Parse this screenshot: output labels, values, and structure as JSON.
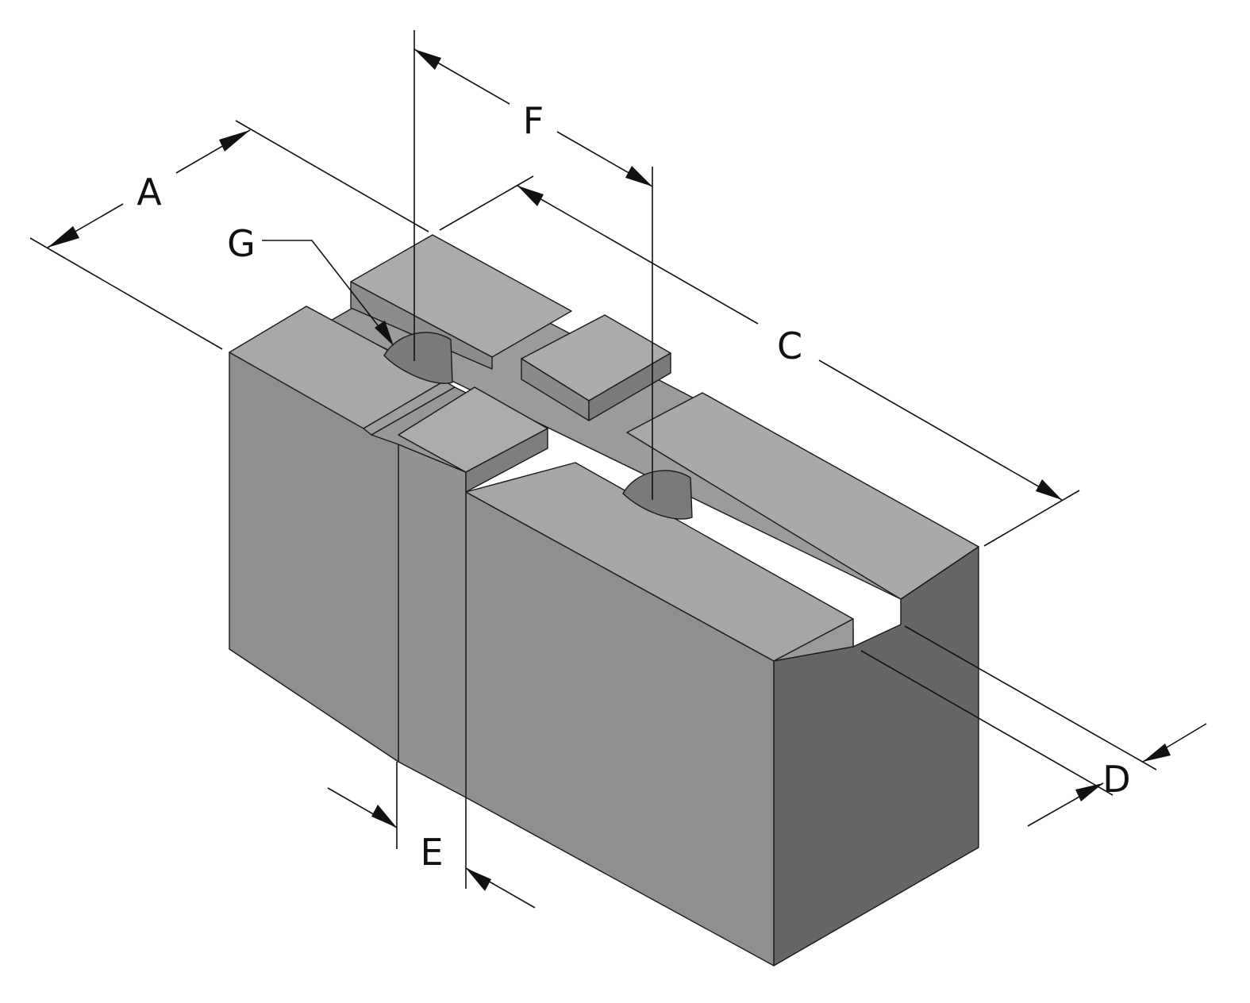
{
  "diagram": {
    "type": "isometric-dimension-drawing",
    "labels": {
      "a": "A",
      "c": "C",
      "d": "D",
      "e": "E",
      "f": "F",
      "g": "G"
    },
    "colors": {
      "background": "#ffffff",
      "line": "#111111",
      "top_face": "#a6a6a6",
      "slot_floor": "#9b9b9b",
      "front_face": "#8f8f8f",
      "slot_wall": "#8a8a8a",
      "end_face": "#666666",
      "bore": "#7a7a7a"
    }
  }
}
